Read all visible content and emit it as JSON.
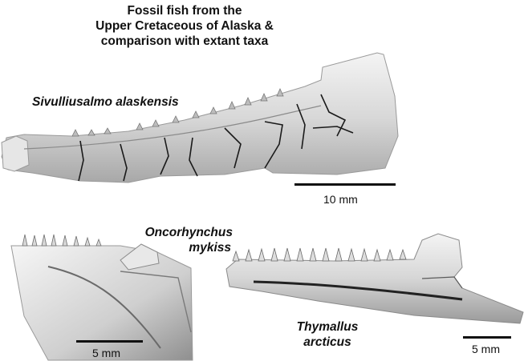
{
  "title": {
    "line1": "Fossil fish from the",
    "line2": "Upper Cretaceous of Alaska &",
    "line3": "comparison with extant taxa"
  },
  "specimens": {
    "fossil": {
      "genus": "Sivulliusalmo",
      "species": "alaskensis",
      "scale_label": "10 mm"
    },
    "trout": {
      "genus": "Oncorhynchus",
      "species": "mykiss",
      "scale_label": "5 mm"
    },
    "grayling": {
      "genus": "Thymallus",
      "species": "arcticus",
      "scale_label": "5 mm"
    }
  },
  "colors": {
    "bone": "#d4d4d4",
    "bone_light": "#efefef",
    "bone_dark": "#8a8a8a",
    "crack": "#1a1a1a"
  }
}
